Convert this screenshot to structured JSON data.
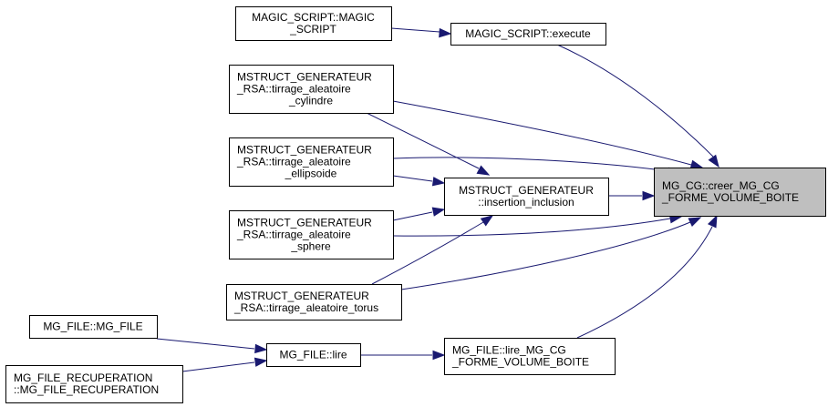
{
  "graph": {
    "type": "caller-graph",
    "edge_color": "#191970",
    "root_fill": "#bfbfbf",
    "nodes": [
      {
        "id": "root",
        "lines": [
          "MG_CG::creer_MG_CG",
          "_FORME_VOLUME_BOITE"
        ],
        "root": true,
        "align": "left"
      },
      {
        "id": "magic_ctor",
        "lines": [
          "MAGIC_SCRIPT::MAGIC",
          "_SCRIPT"
        ],
        "align": "center"
      },
      {
        "id": "magic_exec",
        "lines": [
          "MAGIC_SCRIPT::execute"
        ],
        "align": "center"
      },
      {
        "id": "rsa_cyl",
        "lines": [
          "MSTRUCT_GENERATEUR",
          "_RSA::tirrage_aleatoire",
          "_cylindre"
        ],
        "align": "mixed"
      },
      {
        "id": "rsa_ell",
        "lines": [
          "MSTRUCT_GENERATEUR",
          "_RSA::tirrage_aleatoire",
          "_ellipsoide"
        ],
        "align": "mixed"
      },
      {
        "id": "insertion",
        "lines": [
          "MSTRUCT_GENERATEUR",
          "::insertion_inclusion"
        ],
        "align": "center"
      },
      {
        "id": "rsa_sph",
        "lines": [
          "MSTRUCT_GENERATEUR",
          "_RSA::tirrage_aleatoire",
          "_sphere"
        ],
        "align": "mixed"
      },
      {
        "id": "rsa_tor",
        "lines": [
          "MSTRUCT_GENERATEUR",
          "_RSA::tirrage_aleatoire_torus"
        ],
        "align": "left"
      },
      {
        "id": "mgfile_ctor",
        "lines": [
          "MG_FILE::MG_FILE"
        ],
        "align": "center"
      },
      {
        "id": "mgfile_lire",
        "lines": [
          "MG_FILE::lire"
        ],
        "align": "center"
      },
      {
        "id": "mgfile_lire_cg",
        "lines": [
          "MG_FILE::lire_MG_CG",
          "_FORME_VOLUME_BOITE"
        ],
        "align": "left"
      },
      {
        "id": "mgfile_recup",
        "lines": [
          "MG_FILE_RECUPERATION",
          "::MG_FILE_RECUPERATION"
        ],
        "align": "left"
      }
    ],
    "edges": [
      {
        "from": "magic_ctor",
        "to": "magic_exec"
      },
      {
        "from": "magic_exec",
        "to": "root"
      },
      {
        "from": "rsa_cyl",
        "to": "root"
      },
      {
        "from": "rsa_cyl",
        "to": "insertion"
      },
      {
        "from": "rsa_ell",
        "to": "root"
      },
      {
        "from": "rsa_ell",
        "to": "insertion"
      },
      {
        "from": "insertion",
        "to": "root"
      },
      {
        "from": "rsa_sph",
        "to": "insertion"
      },
      {
        "from": "rsa_sph",
        "to": "root"
      },
      {
        "from": "rsa_tor",
        "to": "insertion"
      },
      {
        "from": "rsa_tor",
        "to": "root"
      },
      {
        "from": "mgfile_ctor",
        "to": "mgfile_lire"
      },
      {
        "from": "mgfile_recup",
        "to": "mgfile_lire"
      },
      {
        "from": "mgfile_lire",
        "to": "mgfile_lire_cg"
      },
      {
        "from": "mgfile_lire_cg",
        "to": "root"
      }
    ]
  }
}
